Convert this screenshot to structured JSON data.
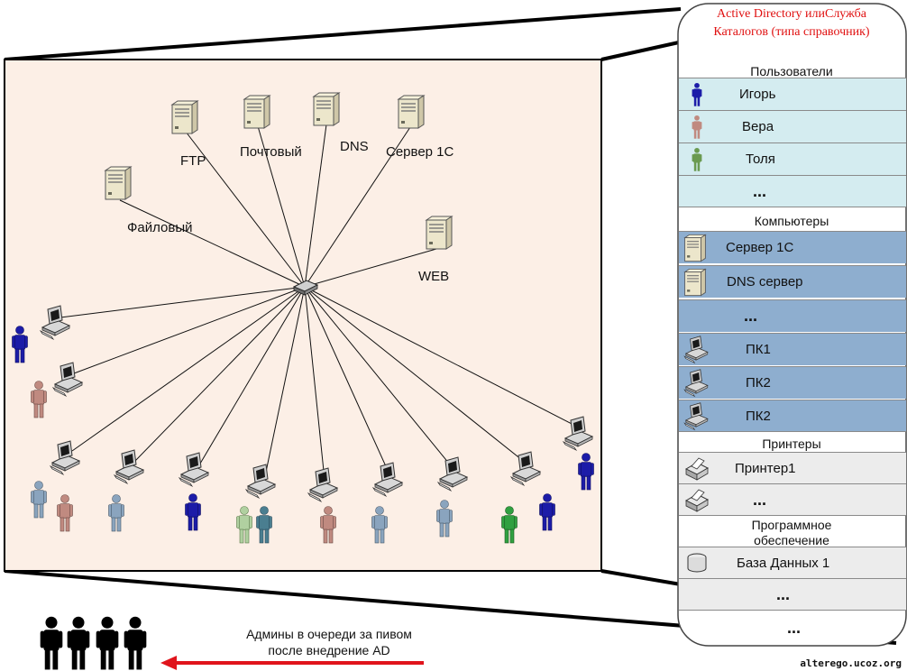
{
  "network": {
    "servers": [
      {
        "label": "FTP"
      },
      {
        "label": "Почтовый"
      },
      {
        "label": "DNS"
      },
      {
        "label": "Сервер 1С"
      },
      {
        "label": "Файловый"
      },
      {
        "label": "WEB"
      }
    ]
  },
  "directory": {
    "title_line1": "Active Directory илиСлужба",
    "title_line2": "Каталогов (типа справочник)",
    "users_title": "Пользователи",
    "users": [
      {
        "name": "Игорь",
        "icon": "person-icon",
        "color": "#1c1ca8"
      },
      {
        "name": "Вера",
        "icon": "person-icon",
        "color": "#c08a80"
      },
      {
        "name": "Толя",
        "icon": "person-icon",
        "color": "#6a9a50"
      },
      {
        "name": "...",
        "icon": ""
      }
    ],
    "computers_title": "Компьютеры",
    "computers": [
      {
        "name": "Сервер 1С",
        "icon": "server-icon"
      },
      {
        "name": "DNS сервер",
        "icon": "server-icon"
      },
      {
        "name": "...",
        "icon": ""
      },
      {
        "name": "ПК1",
        "icon": "workstation-icon"
      },
      {
        "name": "ПК2",
        "icon": "workstation-icon"
      },
      {
        "name": "ПК2",
        "icon": "workstation-icon"
      }
    ],
    "printers_title": "Принтеры",
    "printers": [
      {
        "name": "Принтер1",
        "icon": "printer-icon"
      },
      {
        "name": "...",
        "icon": "printer-icon"
      }
    ],
    "software_title_line1": "Программное",
    "software_title_line2": "обеспечение",
    "software": [
      {
        "name": "База Данных 1",
        "icon": "database-icon"
      },
      {
        "name": "...",
        "icon": ""
      }
    ],
    "footer_dots": "..."
  },
  "admins": {
    "caption_line1": "Админы в очереди за пивом",
    "caption_line2": "после внедрение AD",
    "count": 4,
    "arrow_color": "#e0141c"
  },
  "watermark": "alterego.ucoz.org",
  "colors": {
    "panel_bg": "#fcefe6",
    "users_row": "#d4ecf0",
    "computers_row": "#8eaecf",
    "other_row": "#ececec",
    "title_red": "#e01010"
  }
}
